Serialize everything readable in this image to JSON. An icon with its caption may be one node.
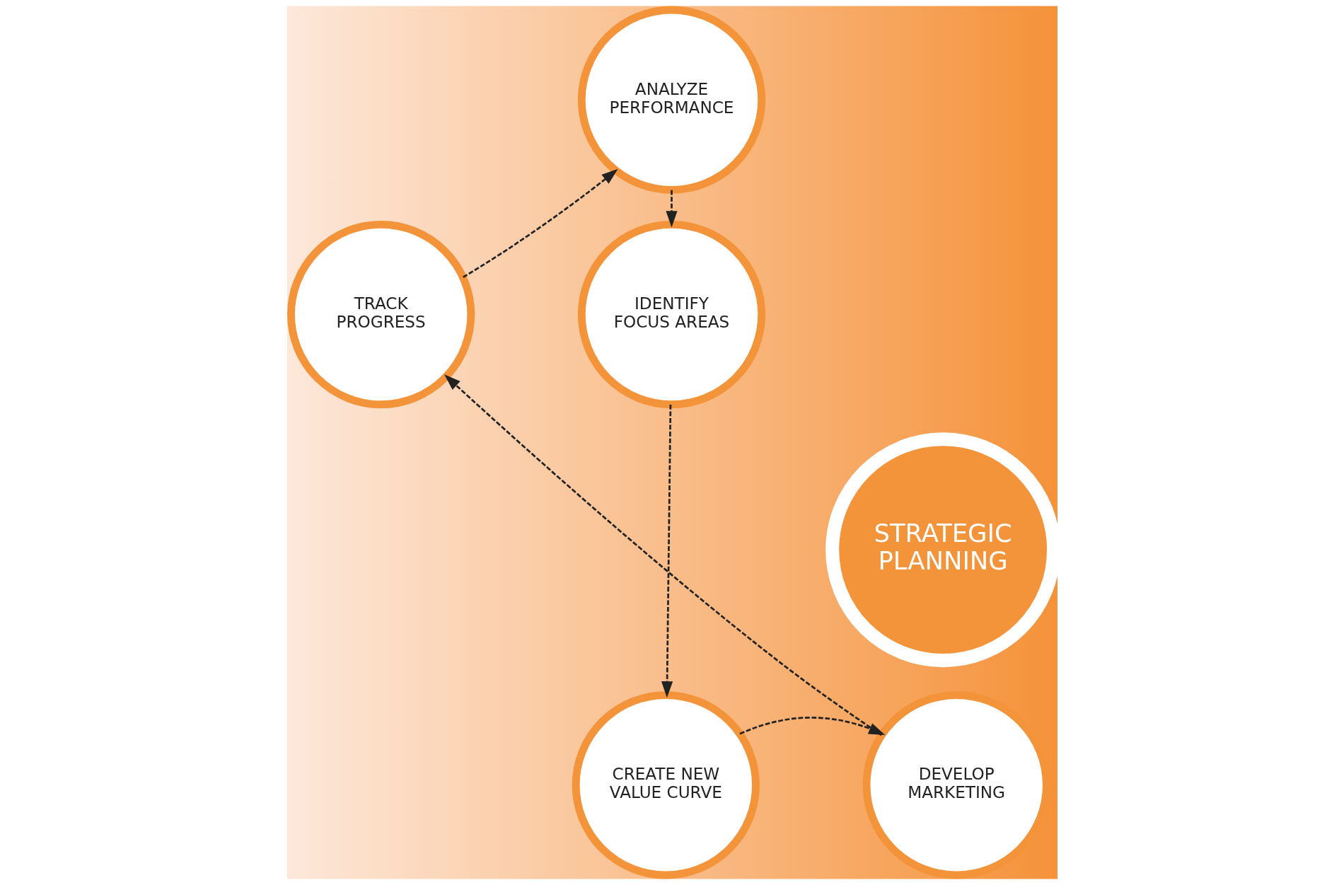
{
  "diagram": {
    "nodes": [
      {
        "text": [
          "ANALYZE PERFORMANCE"
        ]
      },
      {
        "text": [
          "TRACK PROGRESS"
        ]
      },
      {
        "text": [
          "IDENTIFY FOCUS AREAS"
        ]
      },
      {
        "text": [
          "STRATEGIC PLANNING"
        ]
      },
      {
        "text": [
          "DEVELOP MARKETING"
        ]
      },
      {
        "text": [
          "CREATE NEW VALUE CURVE"
        ]
      }
    ],
    "edges": [
      {
        "from": 0,
        "to": 2,
        "arrow": "to",
        "style": "dashed"
      },
      {
        "from": 2,
        "to": 5,
        "arrow": "to",
        "style": "dashed"
      },
      {
        "from": 5,
        "to": 4,
        "arrow": "to",
        "style": "dashed"
      },
      {
        "from": 4,
        "to": 1,
        "arrow": "to",
        "style": "dashed"
      },
      {
        "from": 1,
        "to": 0,
        "arrow": "to",
        "style": "dashed"
      }
    ]
  }
}
